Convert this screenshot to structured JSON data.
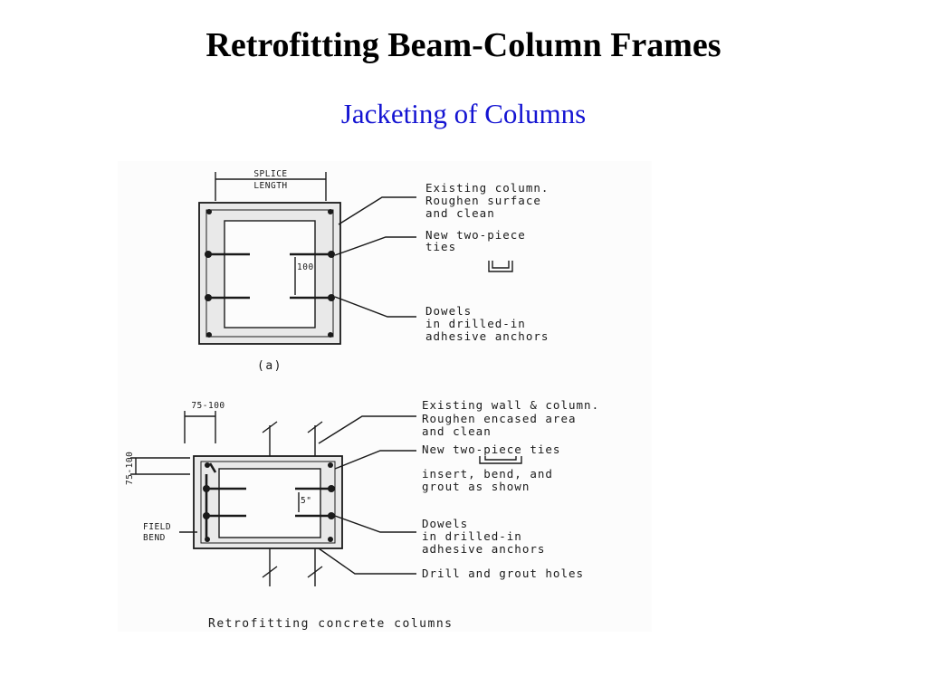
{
  "slide": {
    "title": "Retrofitting Beam-Column Frames",
    "subtitle": "Jacketing of Columns"
  },
  "diagram": {
    "section_a": {
      "dim_label_line1": "SPLICE",
      "dim_label_line2": "LENGTH",
      "spacing_label": "100",
      "caption": "(a)",
      "callouts": [
        {
          "lines": [
            "Existing column.",
            "Roughen surface",
            "and clean"
          ]
        },
        {
          "lines": [
            "New two-piece",
            "ties"
          ]
        },
        {
          "lines": [
            "Dowels",
            "in drilled-in",
            "adhesive anchors"
          ]
        }
      ]
    },
    "section_b": {
      "dim_top_label": "75-100",
      "dim_side_label": "75-100",
      "spacing_label": "5\"",
      "field_bend_line1": "FIELD",
      "field_bend_line2": "BEND",
      "callouts": [
        {
          "lines": [
            "Existing wall & column.",
            "Roughen encased area",
            "and clean"
          ]
        },
        {
          "lines": [
            "New two-piece ties"
          ]
        },
        {
          "lines": [
            "insert, bend, and",
            "grout as shown"
          ]
        },
        {
          "lines": [
            "Dowels",
            "in drilled-in",
            "adhesive anchors"
          ]
        },
        {
          "lines": [
            "Drill and grout holes"
          ]
        }
      ]
    },
    "caption": "Retrofitting concrete columns"
  }
}
